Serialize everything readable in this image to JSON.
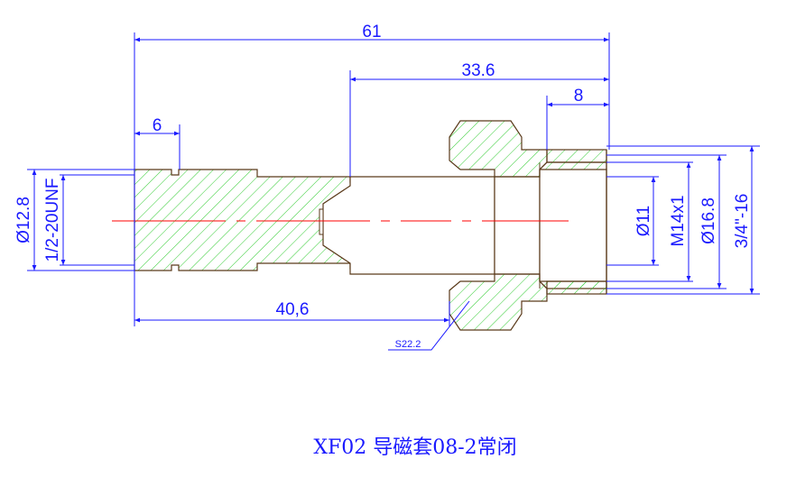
{
  "dimensions": {
    "overall_length": "61",
    "bore_length": "33.6",
    "thread_length": "8",
    "groove_width": "6",
    "body_length": "40,6",
    "dia_left_outer": "Ø12.8",
    "thread_left": "1/2-20UNF",
    "dia_bore": "Ø11",
    "thread_right": "M14x1",
    "dia_right_outer": "Ø16.8",
    "thread_pipe": "3/4\"-16",
    "hex_size": "S22.2"
  },
  "caption": "XF02 导磁套08-2常闭",
  "colors": {
    "dimension": "#1a1aff",
    "outline": "#5a3a1a",
    "hatch": "#33cc33",
    "centerline": "#ff0000"
  }
}
